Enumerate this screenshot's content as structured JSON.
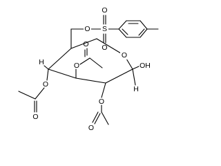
{
  "molecule": {
    "atom_labels": {
      "O_ring": "O",
      "OH": "OH",
      "H_anomeric": "H",
      "H_c4": "H",
      "O_ts": "O",
      "S": "S",
      "O_s1": "O",
      "O_s2": "O",
      "O_c3": "O",
      "O_c3_carbonyl": "O",
      "O_c4": "O",
      "O_c4_carbonyl": "O",
      "O_c2": "O",
      "O_c2_carbonyl": "O"
    }
  }
}
